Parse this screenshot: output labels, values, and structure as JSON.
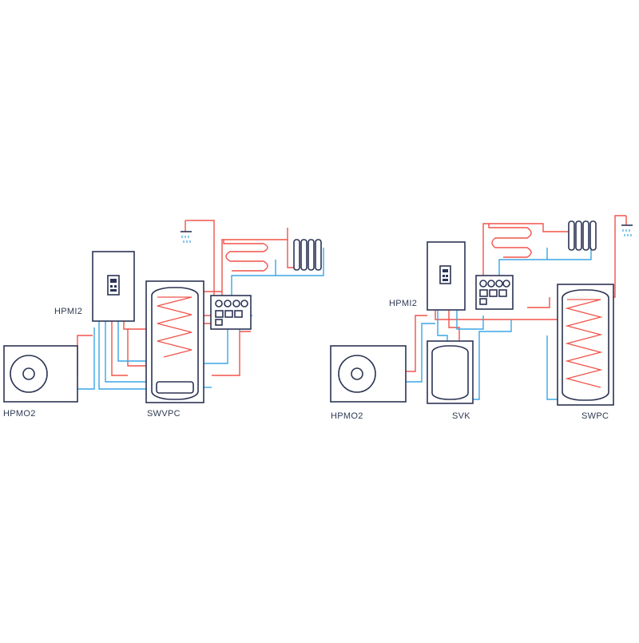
{
  "colors": {
    "device_outline": "#2c3454",
    "hot_pipe": "#f0534a",
    "cold_pipe": "#3aa6e6",
    "label_text": "#2f3a52",
    "background": "#ffffff"
  },
  "diagrams": [
    {
      "labels": {
        "indoor_unit": "HPMI2",
        "outdoor_unit": "HPMO2",
        "tank": "SWVPC"
      }
    },
    {
      "labels": {
        "indoor_unit": "HPMI2",
        "outdoor_unit": "HPMO2",
        "buffer_tank": "SVK",
        "tank": "SWPC"
      }
    }
  ],
  "icons": [
    "shower-icon",
    "radiator-icon",
    "underfloor-heating-icon",
    "fan-icon",
    "controller-display-icon",
    "pump-manifold-icon"
  ]
}
